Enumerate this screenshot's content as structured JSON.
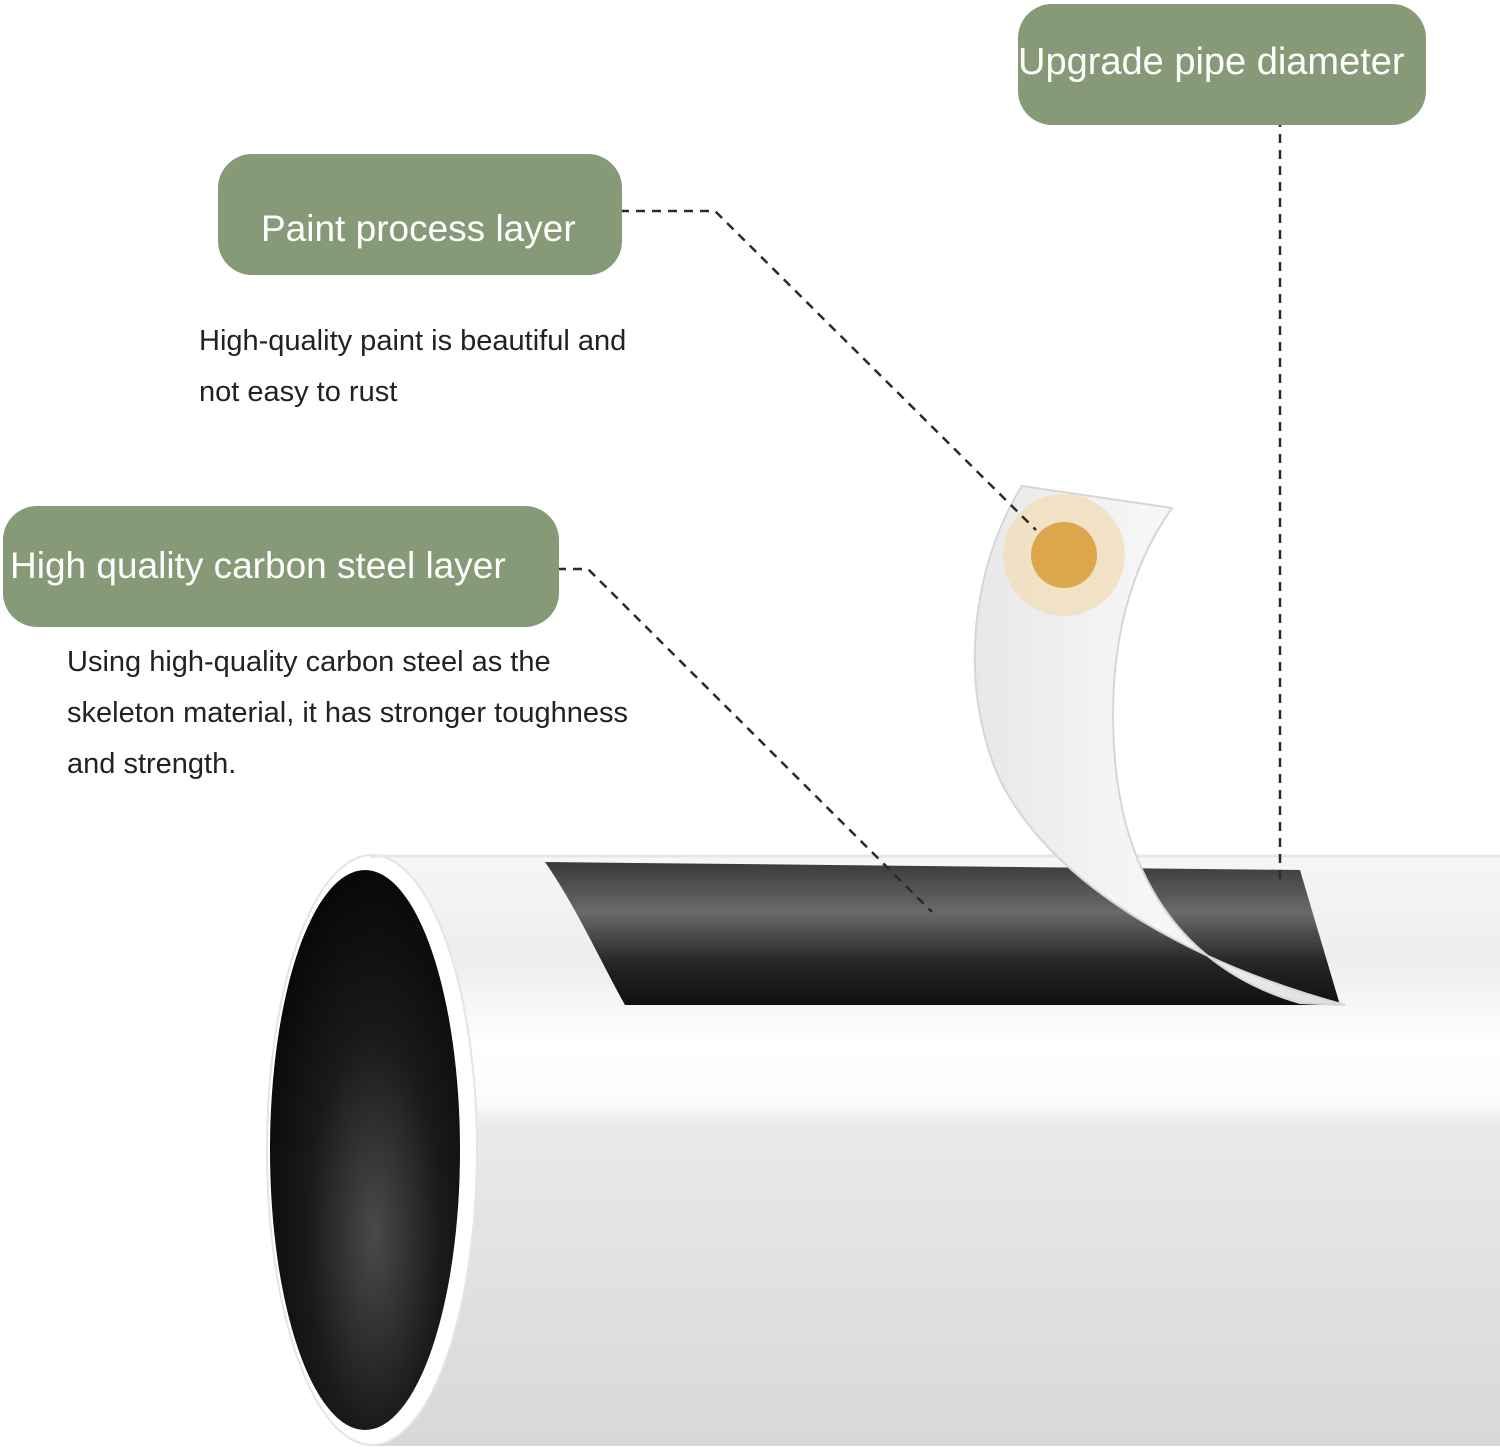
{
  "labels": {
    "upgrade_pipe_diameter": "Upgrade pipe diameter",
    "paint_process_layer": "Paint process layer",
    "carbon_steel_layer": "High quality carbon steel layer"
  },
  "descriptions": {
    "paint_line_1": "High-quality paint is beautiful and",
    "paint_line_2": "not easy to rust",
    "steel_line_1": "Using high-quality carbon steel as the",
    "steel_line_2": "skeleton material, it has stronger toughness",
    "steel_line_3": "and strength."
  },
  "colors": {
    "label_background": "#879a77",
    "label_text": "#ffffff",
    "description_text": "#222222",
    "pipe_white": "#f2f2f2",
    "steel_core": "#1c1c1c",
    "marker_inner": "#dca64a",
    "marker_outer": "#f2dfbd"
  }
}
